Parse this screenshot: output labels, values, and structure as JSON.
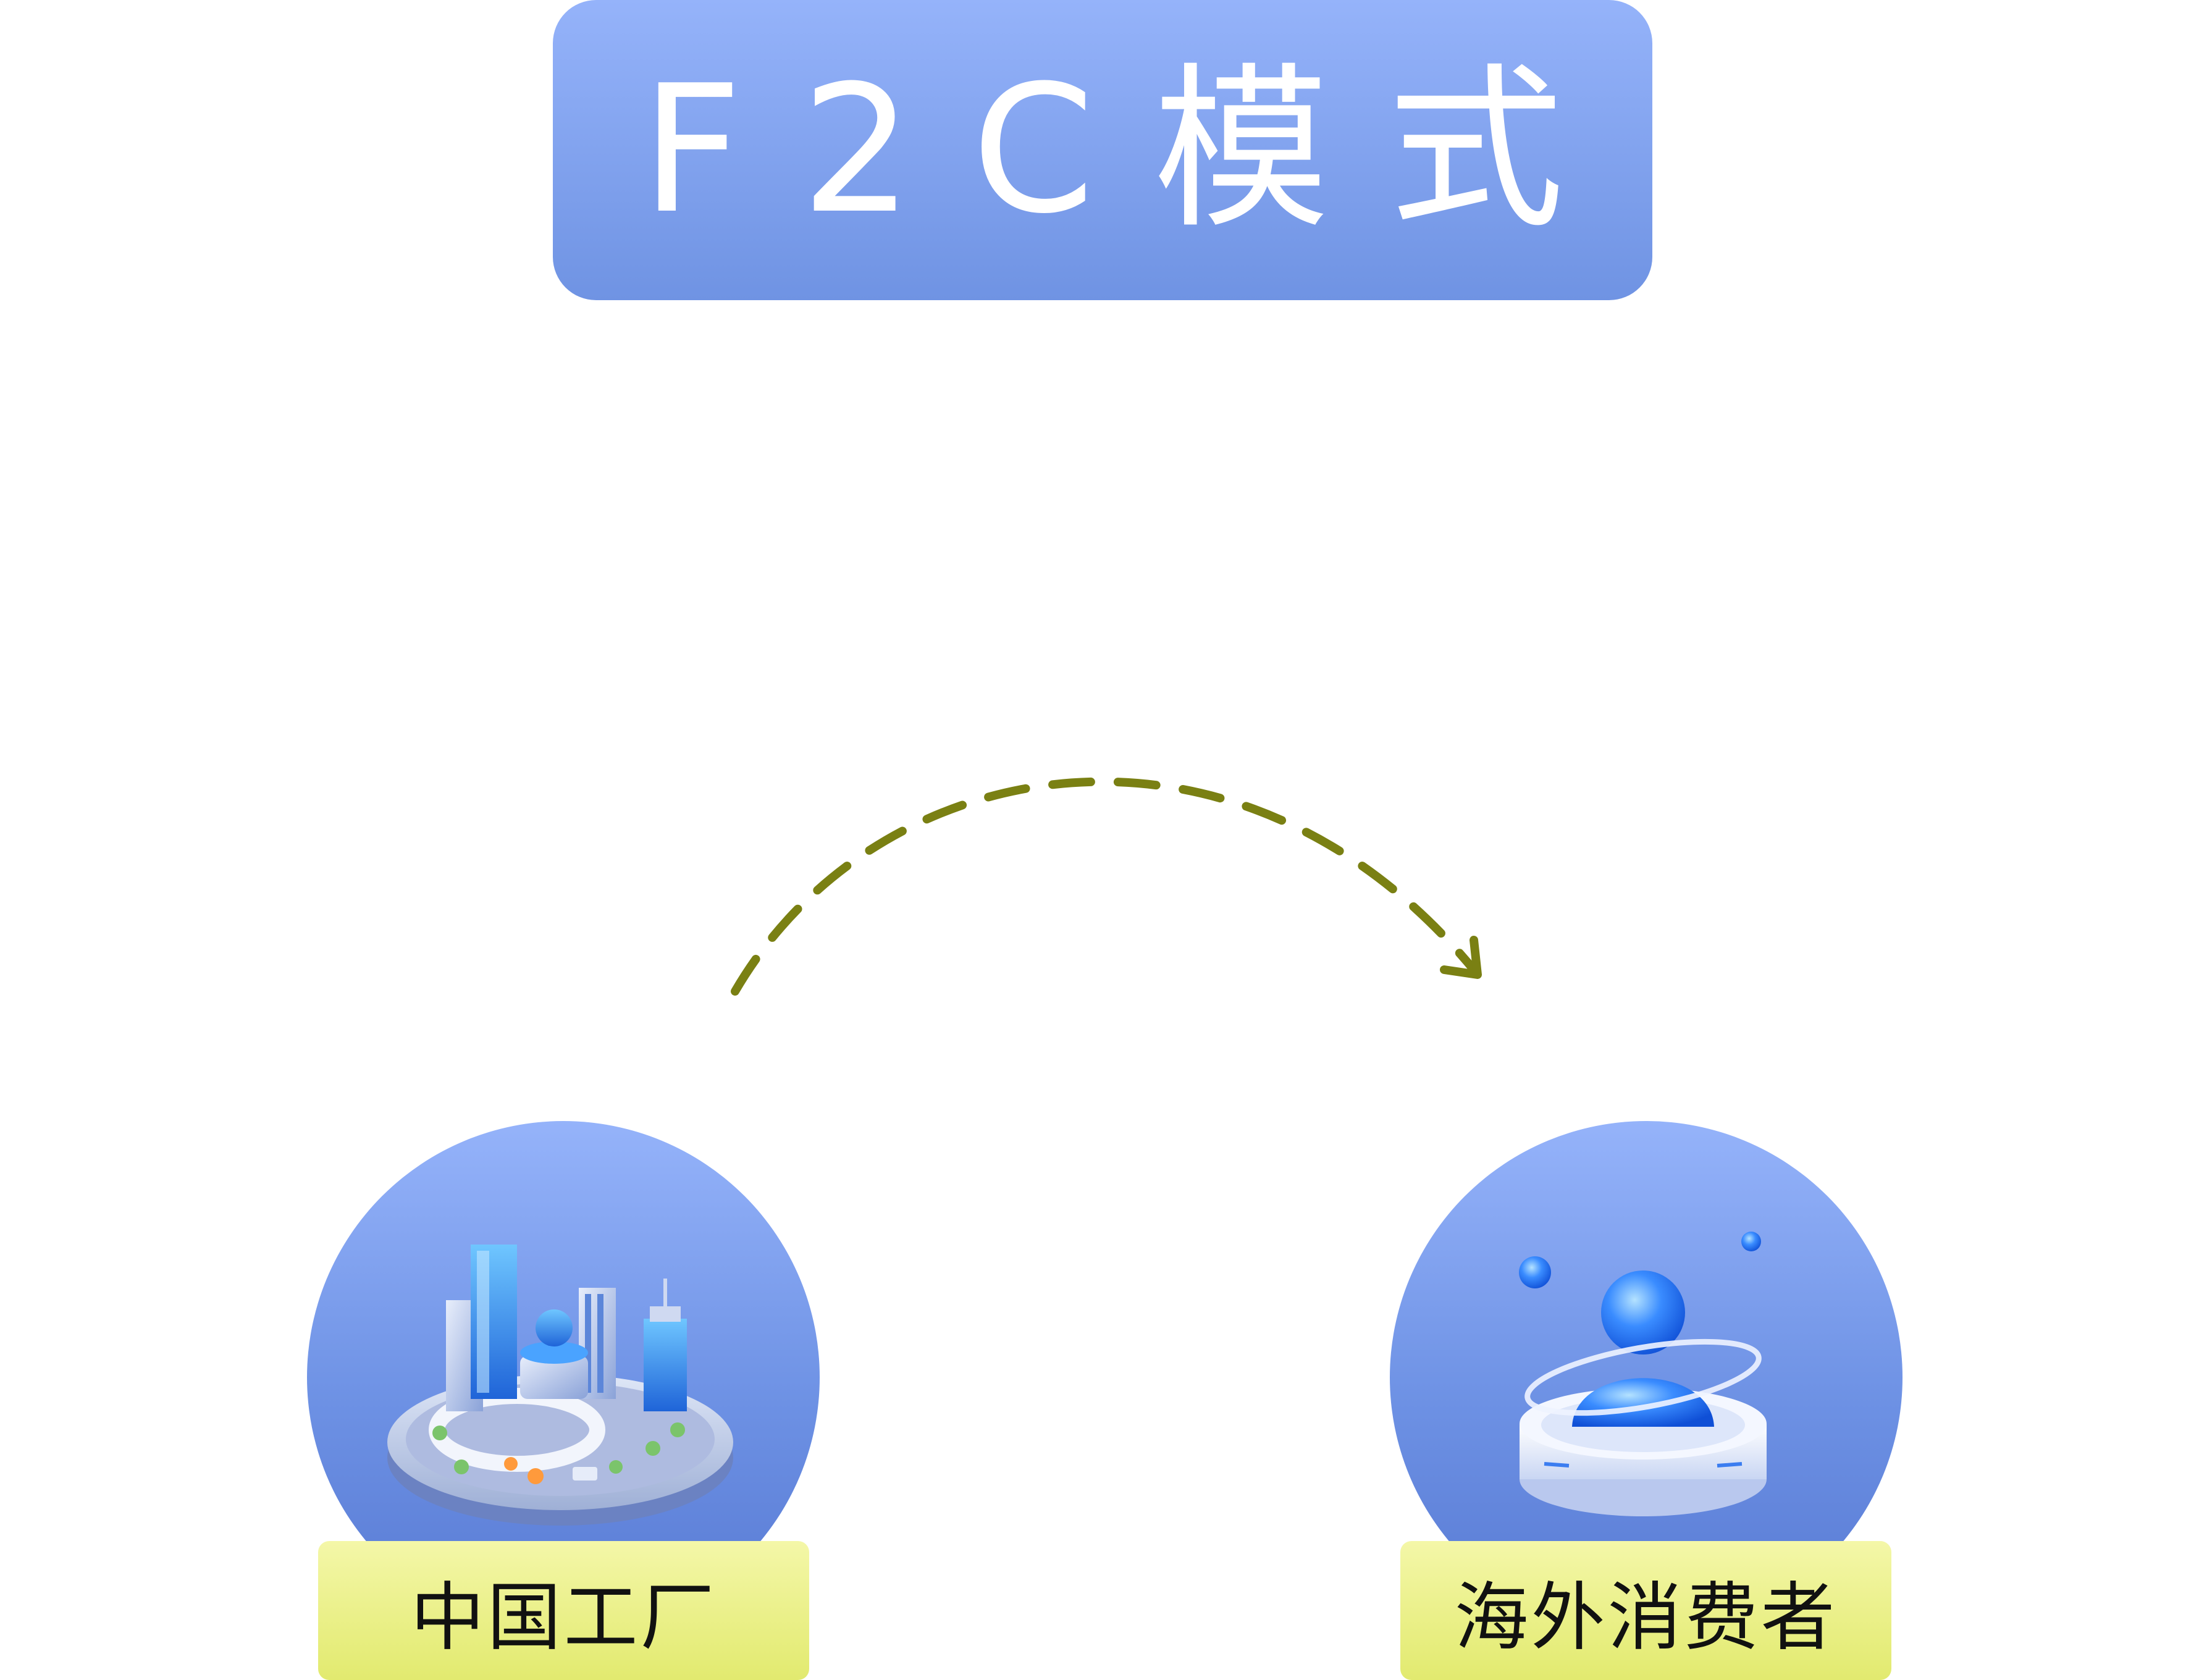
{
  "title": "F2C模式",
  "nodes": [
    {
      "label": "中国工厂",
      "icon": "factory-city-icon"
    },
    {
      "label": "海外消费者",
      "icon": "consumer-person-icon"
    }
  ],
  "arrow": {
    "style": "dashed",
    "color": "#7a8013",
    "direction": "left-to-right"
  },
  "colors": {
    "title_gradient_top": "#95b3fa",
    "title_gradient_bottom": "#6f93e3",
    "label_gradient_top": "#f4f7a8",
    "label_gradient_bottom": "#e2ea6f"
  }
}
